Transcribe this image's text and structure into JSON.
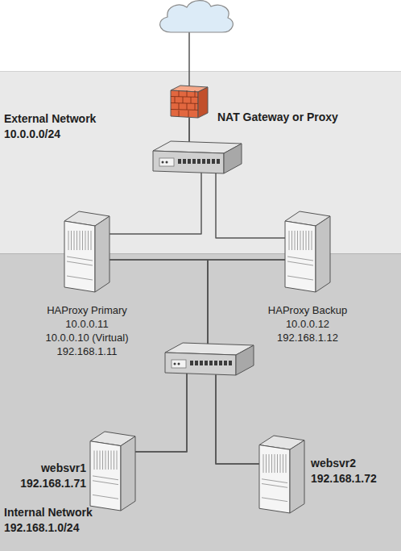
{
  "diagram": {
    "nodes": [
      {
        "text": [
          "External Network",
          "10.0.0.0/24"
        ]
      },
      {
        "text": [
          "NAT Gateway or Proxy"
        ],
        "in": 0
      },
      {
        "text": [
          "HAProxy Primary",
          "10.0.0.11",
          "10.0.0.10 (Virtual)",
          "192.168.1.11"
        ]
      },
      {
        "text": [
          "HAProxy Backup",
          "10.0.0.12",
          "192.168.1.12"
        ]
      },
      {
        "text": [
          "Internal Network",
          "192.168.1.0/24"
        ]
      },
      {
        "text": [
          "websvr1",
          "192.168.1.71"
        ],
        "in": 4
      },
      {
        "text": [
          "websvr2",
          "192.168.1.72"
        ],
        "in": 4
      }
    ],
    "edges": [
      {
        "from": 1,
        "to": 2,
        "arrow": "none"
      },
      {
        "from": 1,
        "to": 3,
        "arrow": "none"
      },
      {
        "from": 2,
        "to": 5,
        "arrow": "none"
      },
      {
        "from": 2,
        "to": 6,
        "arrow": "none"
      },
      {
        "from": 3,
        "to": 5,
        "arrow": "none"
      },
      {
        "from": 3,
        "to": 6,
        "arrow": "none"
      }
    ]
  }
}
